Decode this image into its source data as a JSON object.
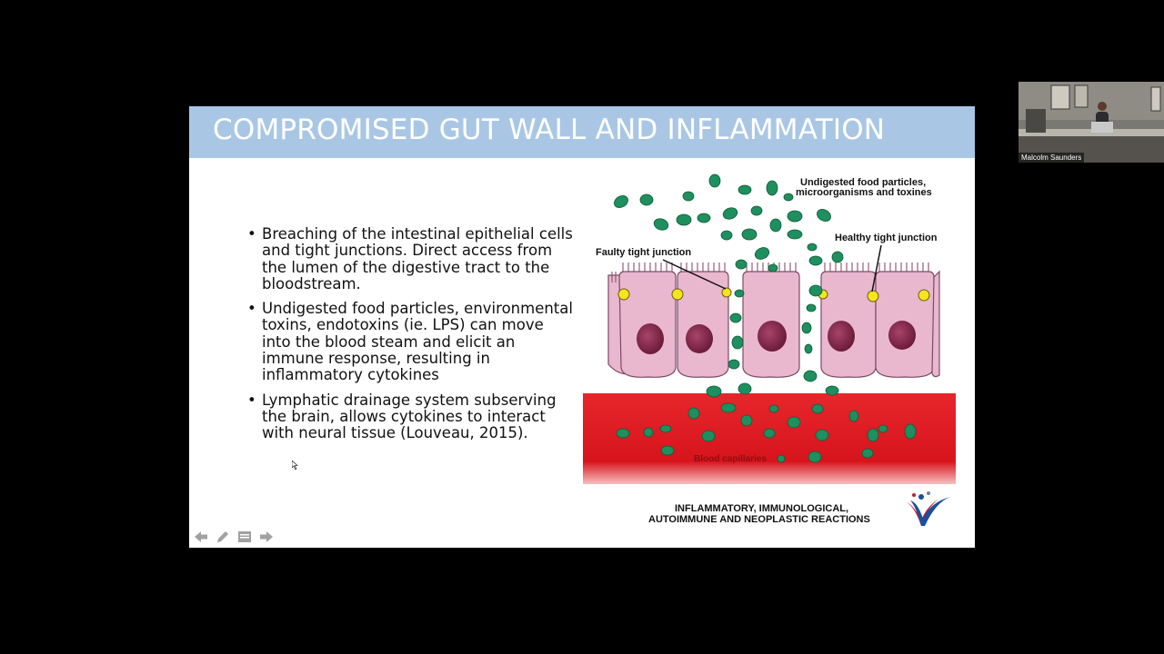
{
  "slide": {
    "title": "COMPROMISED GUT WALL AND INFLAMMATION",
    "bullets": [
      "Breaching of the intestinal epithelial cells and tight junctions. Direct access from the lumen of the digestive tract to the bloodstream.",
      "Undigested food particles, environmental toxins, endotoxins (ie. LPS) can move into the blood steam and elicit an immune response, resulting in inflammatory cytokines",
      "Lymphatic drainage system subserving the brain, allows cytokines to interact with neural tissue (Louveau, 2015)."
    ],
    "figure": {
      "label_top_line1": "Undigested food particles,",
      "label_top_line2": "microorganisms and toxines",
      "label_faulty": "Faulty tight junction",
      "label_healthy": "Healthy tight junction",
      "label_blood": "Blood capillaries",
      "caption_line1": "INFLAMMATORY, IMMUNOLOGICAL,",
      "caption_line2": "AUTOIMMUNE AND NEOPLASTIC REACTIONS"
    },
    "colors": {
      "title_bar": "#a9c7e5",
      "particle": "#1e8f5e",
      "blood": "#d7141c",
      "cell": "#e9b8cf",
      "nucleus": "#8c2a4e",
      "junction": "#f6e51a"
    }
  },
  "video": {
    "participant_name": "Malcolm Saunders"
  },
  "controls": [
    "previous-slide",
    "pen",
    "slide-menu",
    "next-slide"
  ]
}
